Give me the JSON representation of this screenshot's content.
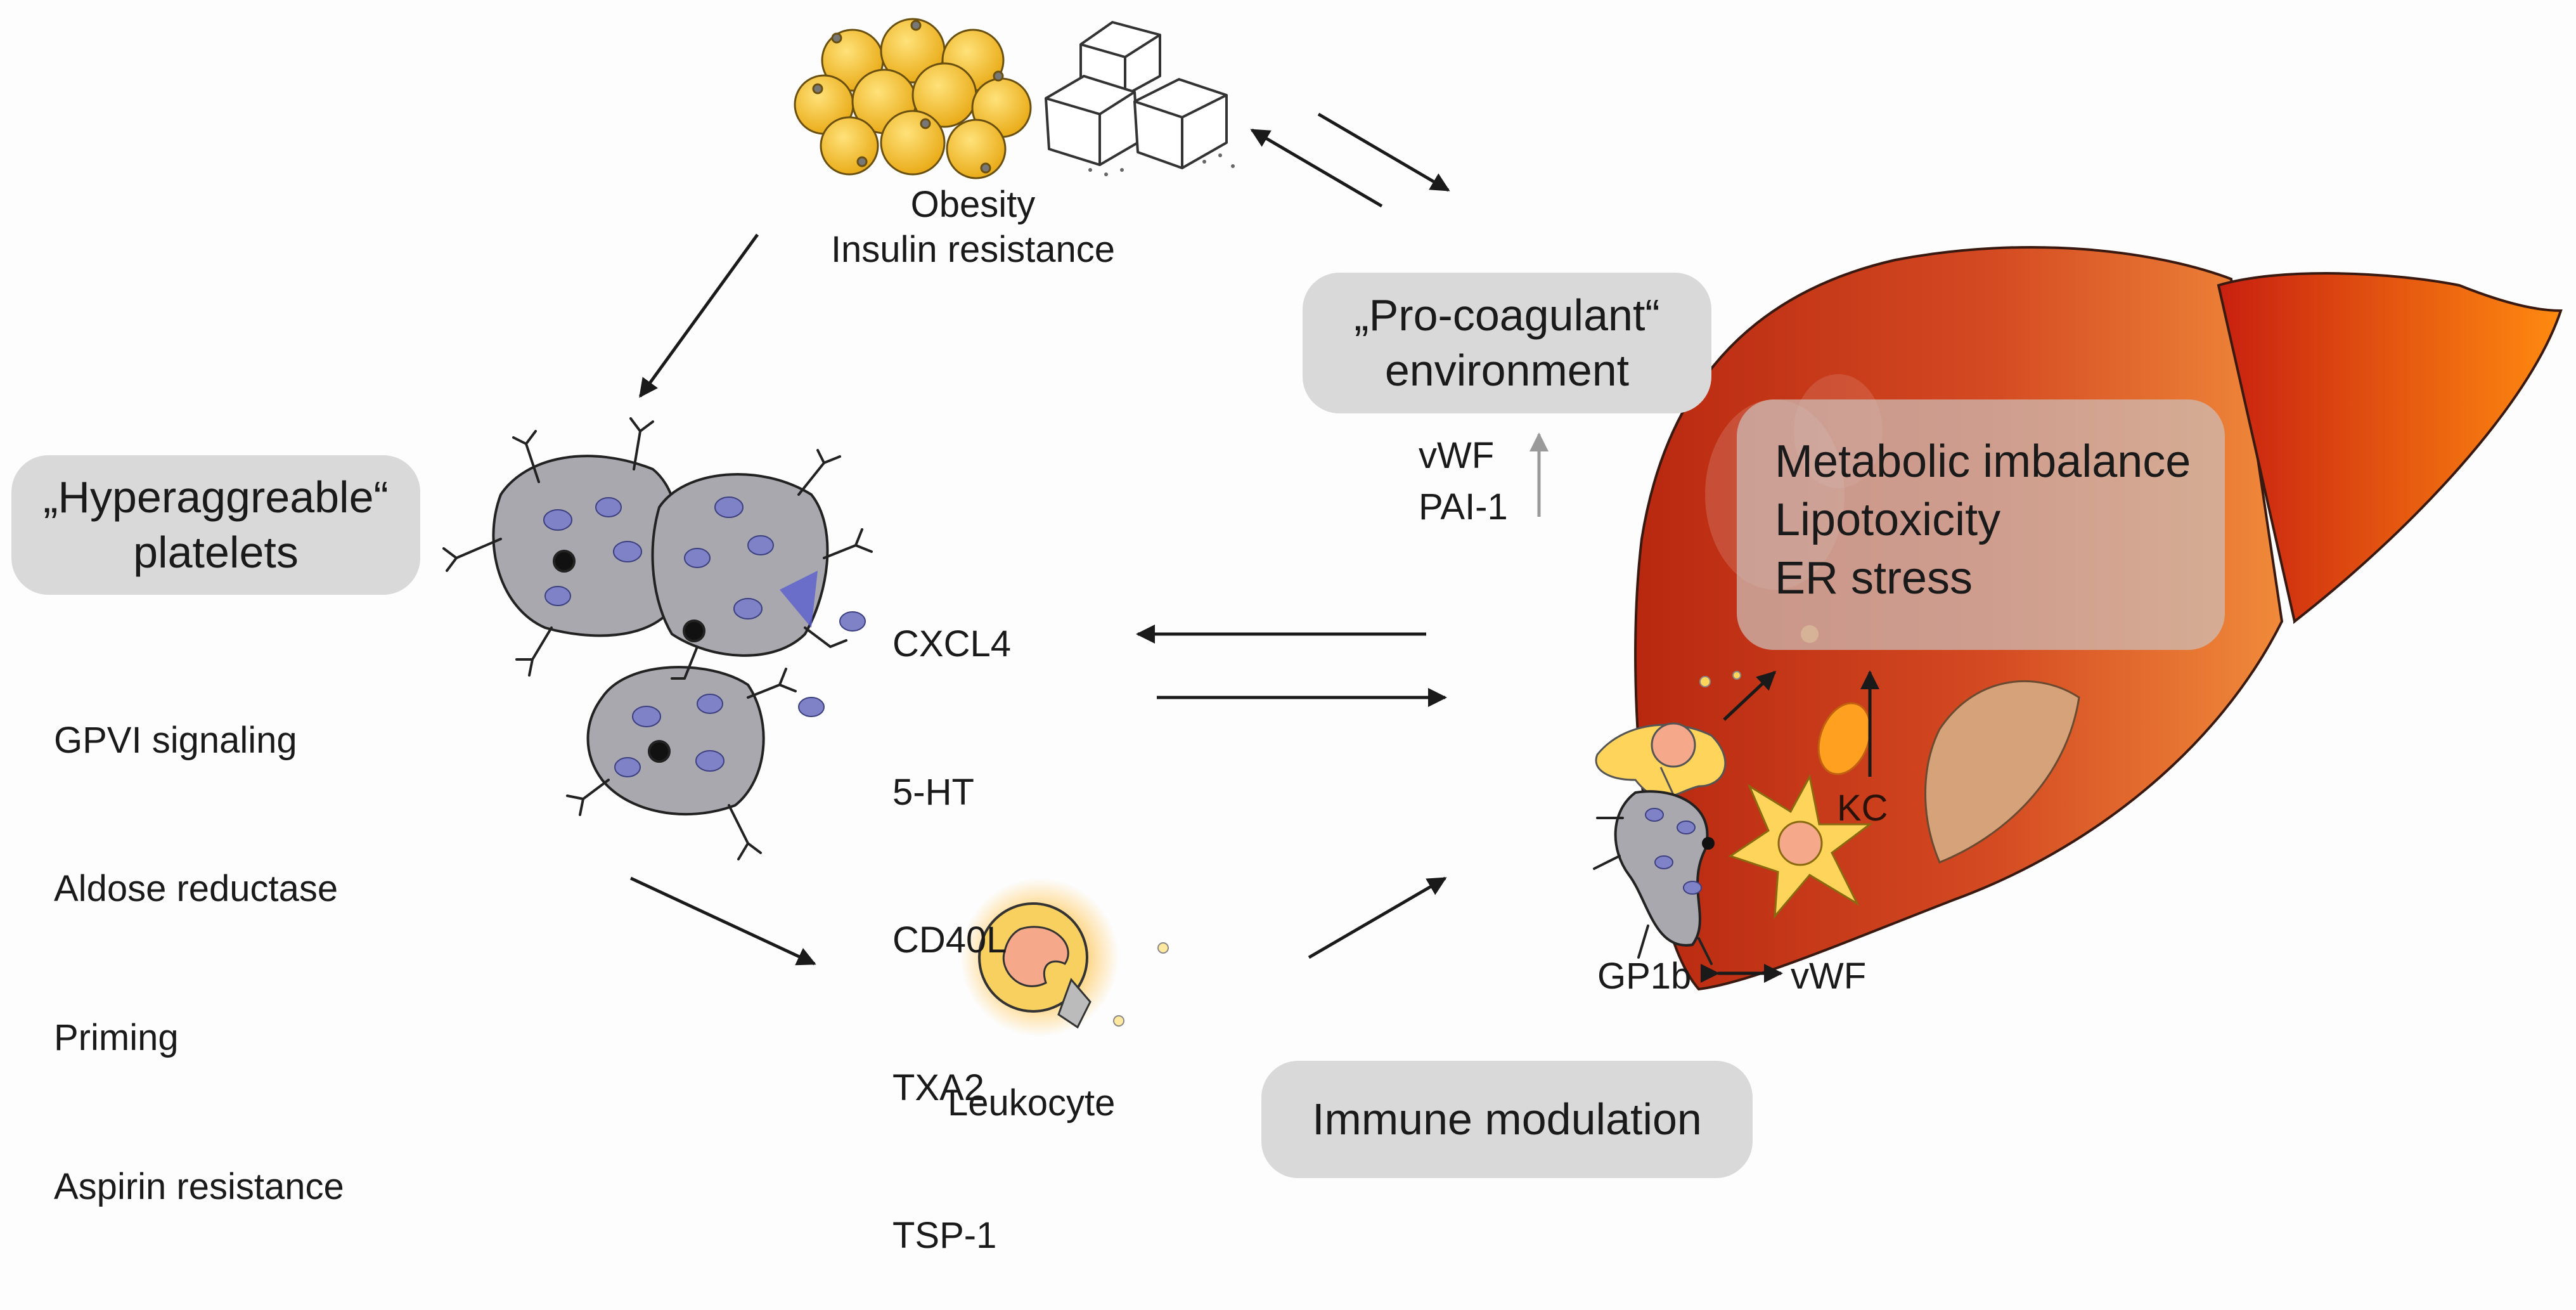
{
  "top": {
    "label": "Obesity\nInsulin resistance"
  },
  "platelets": {
    "pill": "„Hyperaggreable“\nplatelets",
    "mechanisms": [
      "GPVI signaling",
      "Aldose reductase",
      "Priming",
      "Aspirin resistance"
    ]
  },
  "mediators": [
    "CXCL4",
    "5-HT",
    "CD40L",
    "TXA2",
    "TSP-1"
  ],
  "coagulant": {
    "pill": "„Pro-coagulant“\nenvironment",
    "factors": "vWF\nPAI-1"
  },
  "liver": {
    "box_lines": [
      "Metabolic imbalance",
      "Lipotoxicity",
      "ER stress"
    ],
    "kc_label": "KC",
    "gp1b": "GP1b",
    "vwf": "vWF"
  },
  "leukocyte": {
    "label": "Leukocyte"
  },
  "immune": {
    "pill": "Immune modulation"
  },
  "colors": {
    "pill": "#d9d9d9",
    "platelet": "#a8a8ae",
    "granule": "#7f82c6",
    "liver_dark": "#b52a12",
    "liver_light": "#f07a2a",
    "fat": "#f2b825",
    "arrow": "#1a1a1a",
    "arrow_gray": "#9a9a9a"
  },
  "icons": [
    "adipocyte-cluster-icon",
    "sugar-cubes-icon",
    "platelet-icon",
    "leukocyte-icon",
    "kupffer-cell-icon",
    "liver-icon"
  ]
}
